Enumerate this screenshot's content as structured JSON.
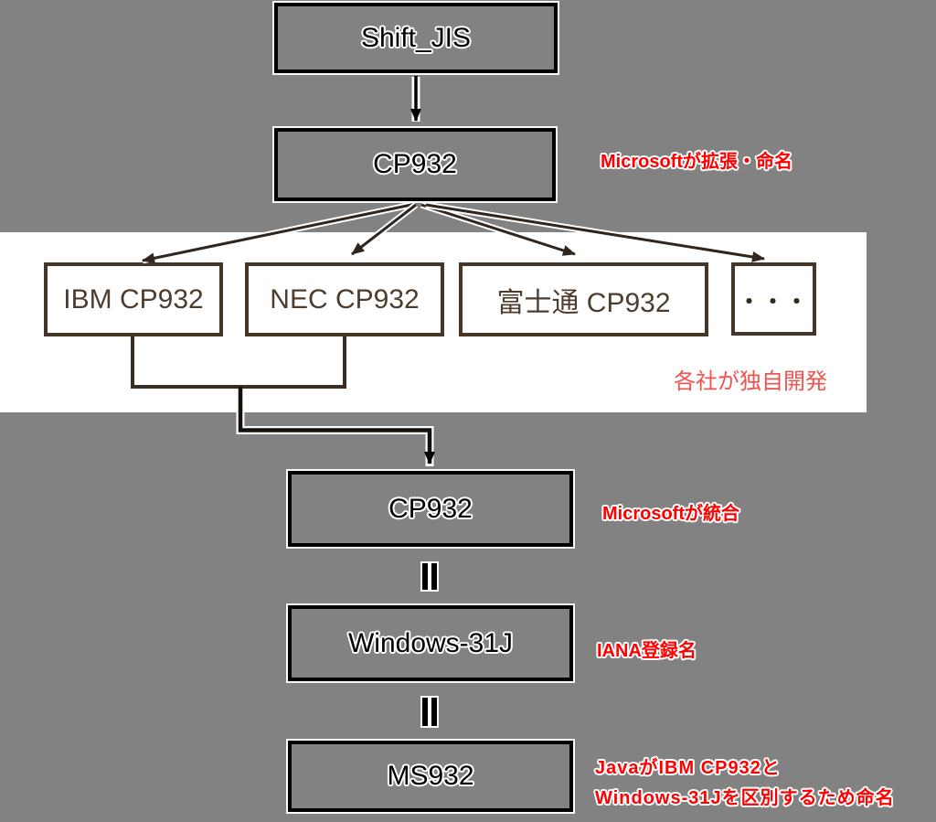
{
  "diagram": {
    "topic": "Shift_JIS / CP932 encoding lineage",
    "nodes": {
      "shift_jis": {
        "label": "Shift_JIS"
      },
      "cp932_top": {
        "label": "CP932"
      },
      "ibm": {
        "label": "IBM CP932"
      },
      "nec": {
        "label": "NEC CP932"
      },
      "fujitsu": {
        "label": "富士通 CP932"
      },
      "others": {
        "label": "・・・"
      },
      "cp932_unified": {
        "label": "CP932"
      },
      "windows31j": {
        "label": "Windows-31J"
      },
      "ms932": {
        "label": "MS932"
      }
    },
    "annotations": {
      "extend": {
        "text": "Microsoftが拡張・命名"
      },
      "vendors": {
        "text": "各社が独自開発"
      },
      "unify": {
        "text": "Microsoftが統合"
      },
      "iana": {
        "text": "IANA登録名"
      },
      "java_line1": {
        "text": "JavaがIBM CP932と"
      },
      "java_line2": {
        "text": "Windows-31Jを区別するため命名"
      }
    },
    "icons": {
      "equivalence_mark": "double-vertical-bar",
      "arrowhead": "filled-triangle"
    },
    "colors": {
      "background": "#828282",
      "band_background": "#ffffff",
      "main_box_border": "#000000",
      "main_box_text": "#000000",
      "vendor_box_border": "#453627",
      "vendor_box_text": "#4e3d2e",
      "connector_dark": "#000000",
      "connector_brown": "#30261d",
      "annotation_red": "#ff0000",
      "annotation_soft_red": "#f0524e",
      "halo": "#ffffff"
    }
  }
}
